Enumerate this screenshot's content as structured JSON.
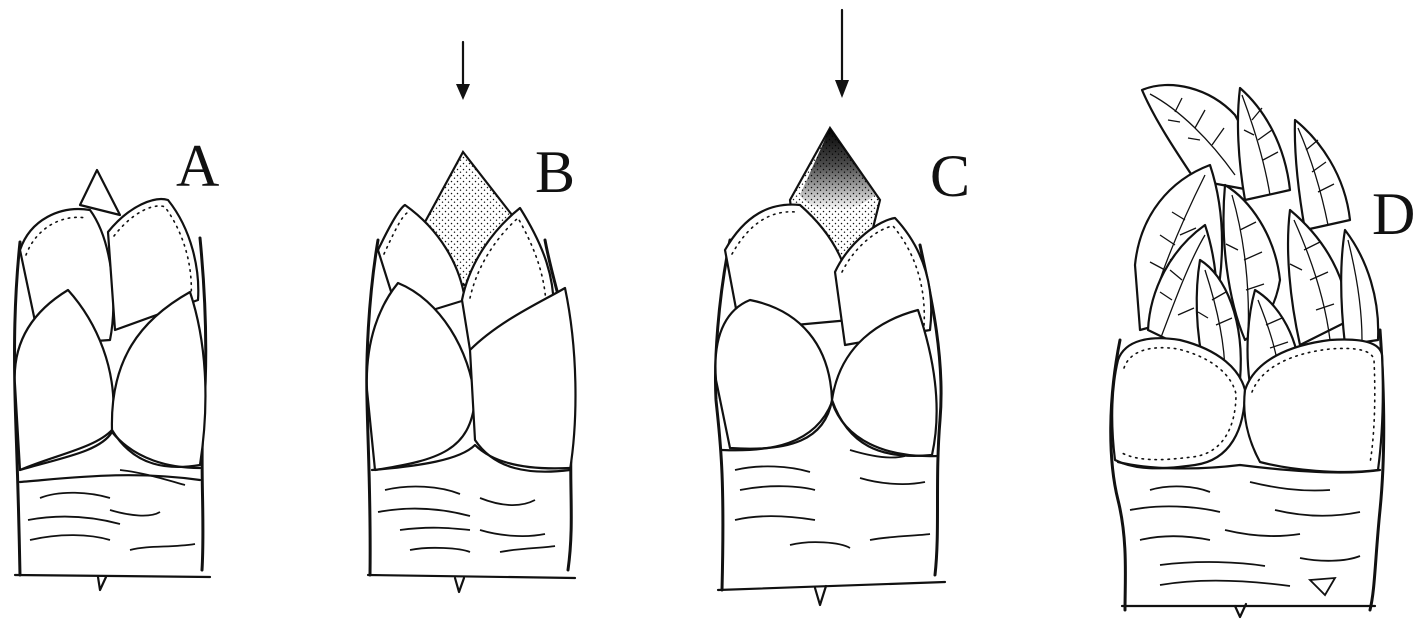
{
  "panels": [
    {
      "id": "A",
      "label": "A",
      "arrow": false
    },
    {
      "id": "B",
      "label": "B",
      "arrow": true
    },
    {
      "id": "C",
      "label": "C",
      "arrow": true
    },
    {
      "id": "D",
      "label": "D",
      "arrow": false
    }
  ]
}
